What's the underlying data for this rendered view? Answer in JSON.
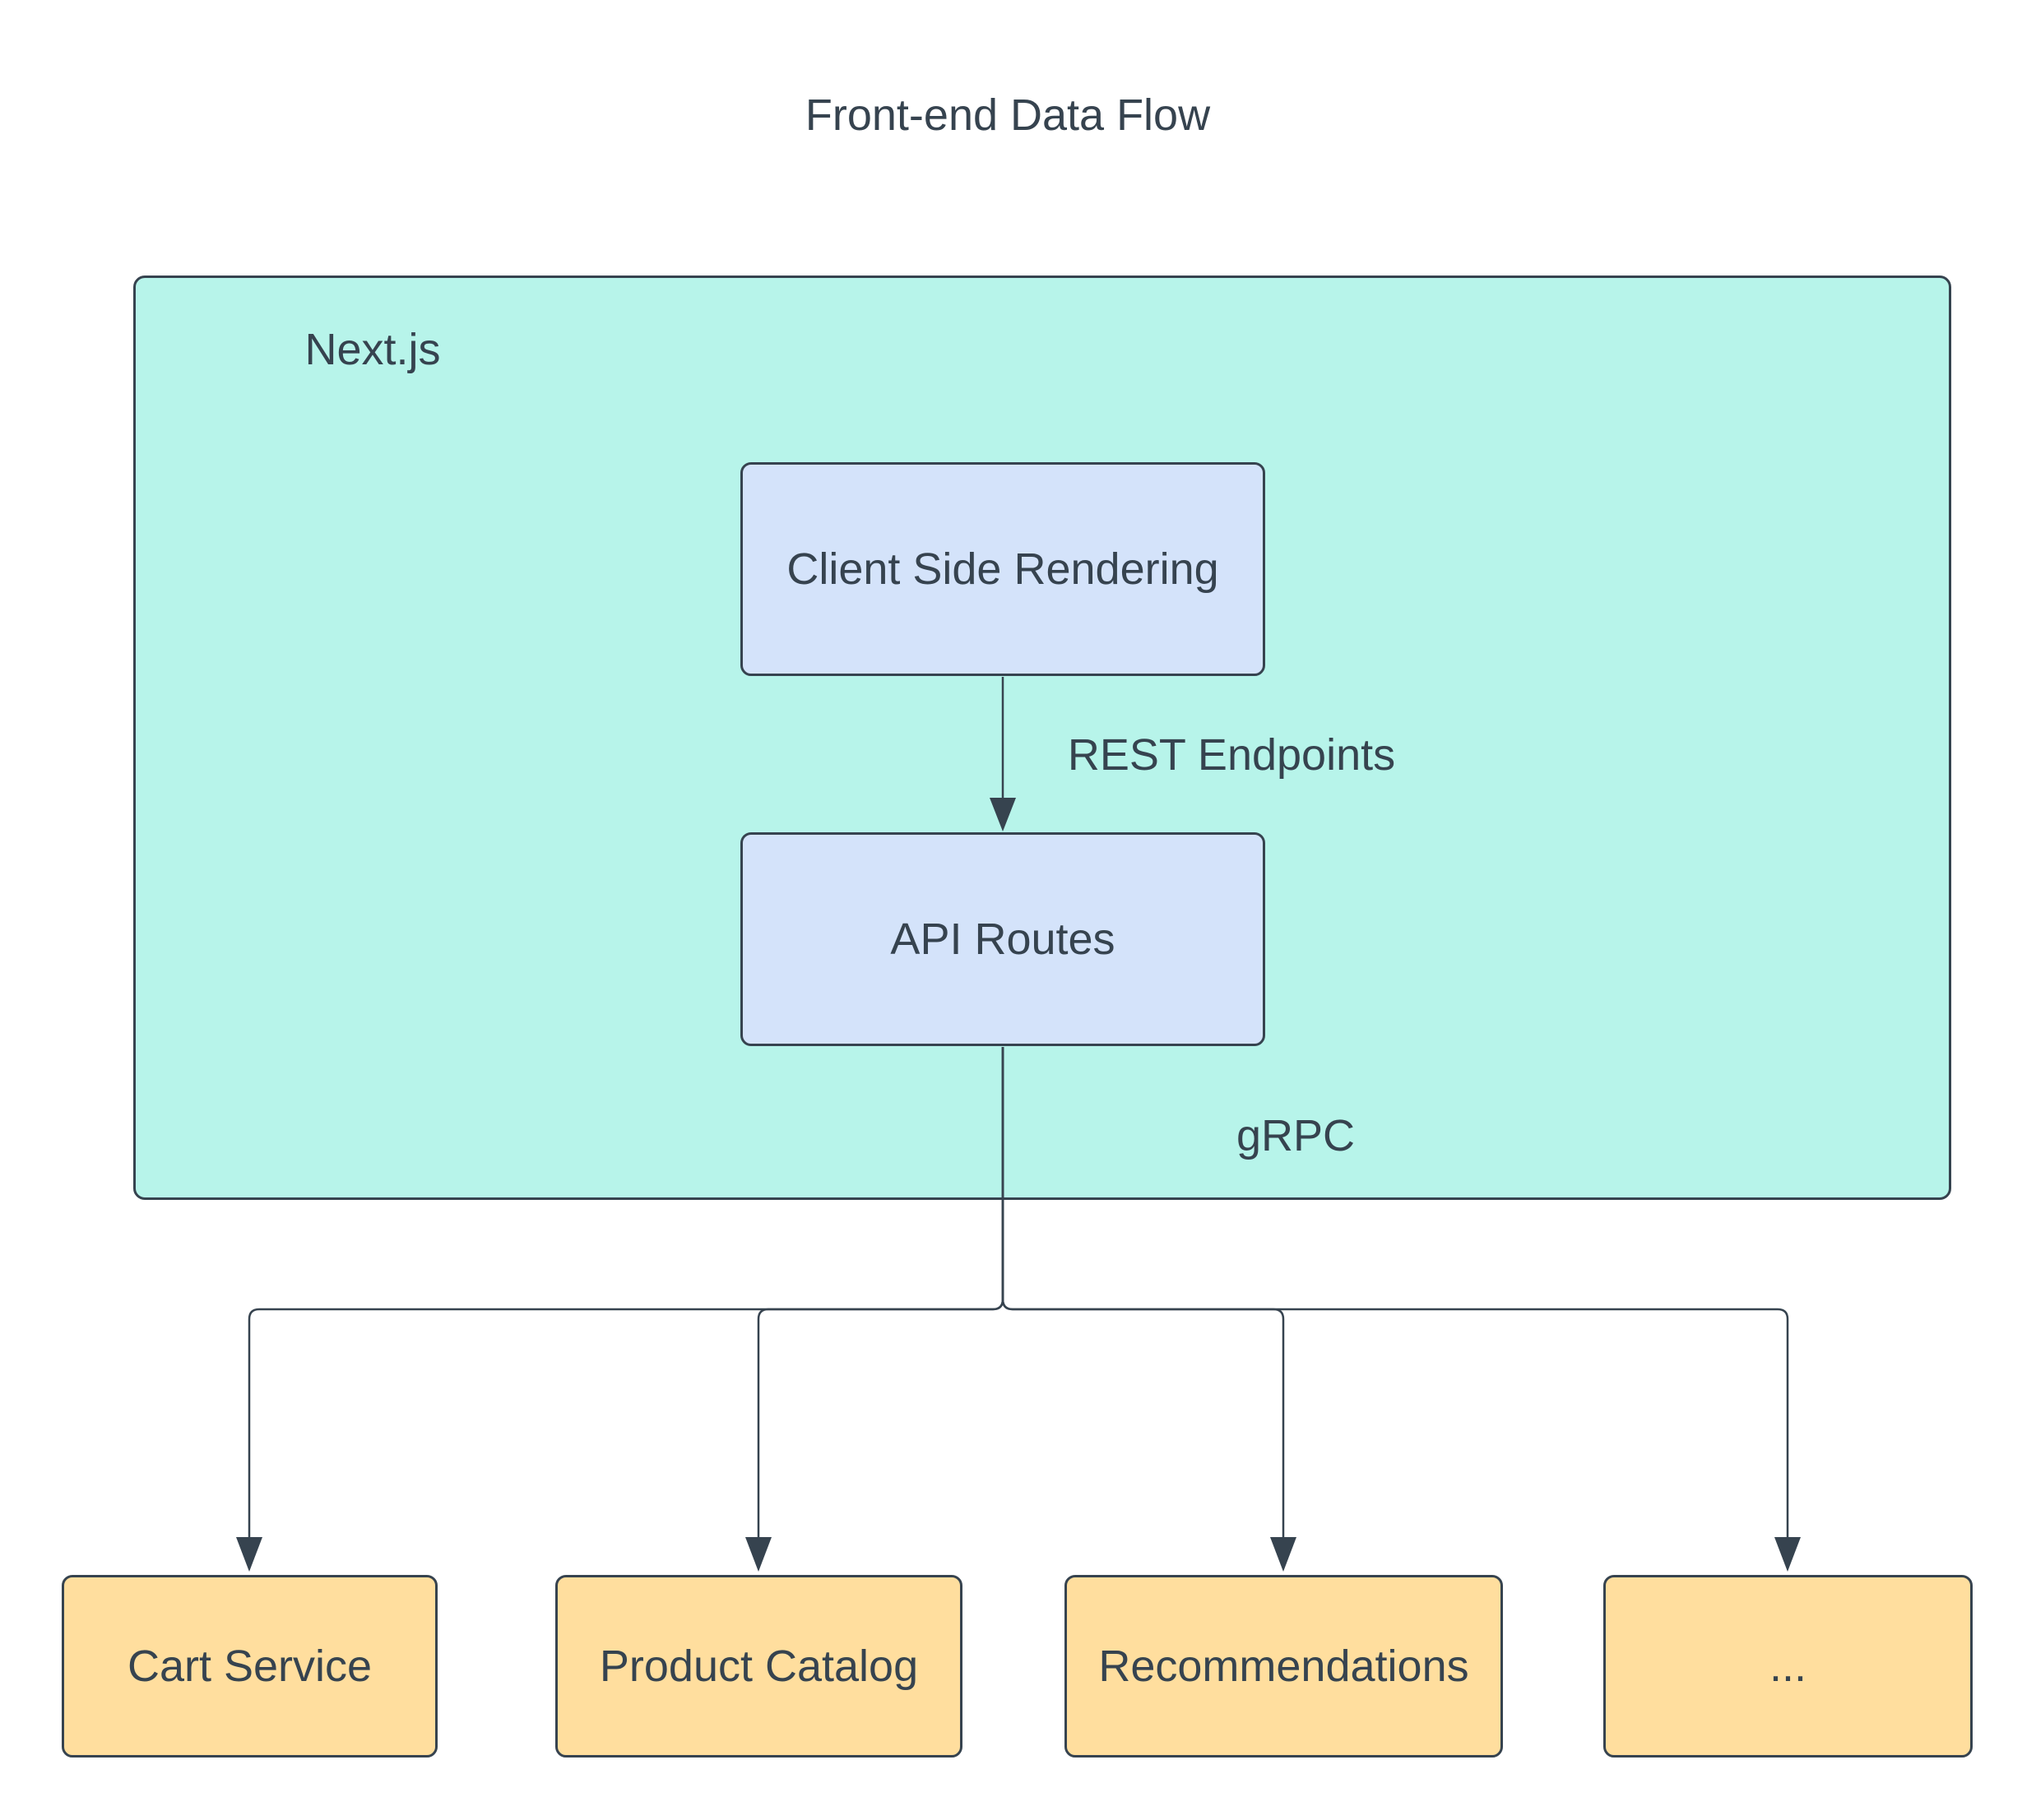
{
  "diagram": {
    "title": "Front-end Data Flow",
    "container": {
      "label": "Next.js"
    },
    "nodes": {
      "client_side_rendering": {
        "label": "Client Side Rendering"
      },
      "api_routes": {
        "label": "API Routes"
      }
    },
    "edge_labels": {
      "rest": "REST Endpoints",
      "grpc": "gRPC"
    },
    "services": [
      {
        "label": "Cart Service"
      },
      {
        "label": "Product Catalog"
      },
      {
        "label": "Recommendations"
      },
      {
        "label": "..."
      }
    ]
  },
  "colors": {
    "canvas_bg": "#ffffff",
    "container_fill": "#b7f4ea",
    "node_fill": "#d4e3fa",
    "service_fill": "#ffde9e",
    "stroke": "#36434f",
    "text": "#36434f"
  }
}
